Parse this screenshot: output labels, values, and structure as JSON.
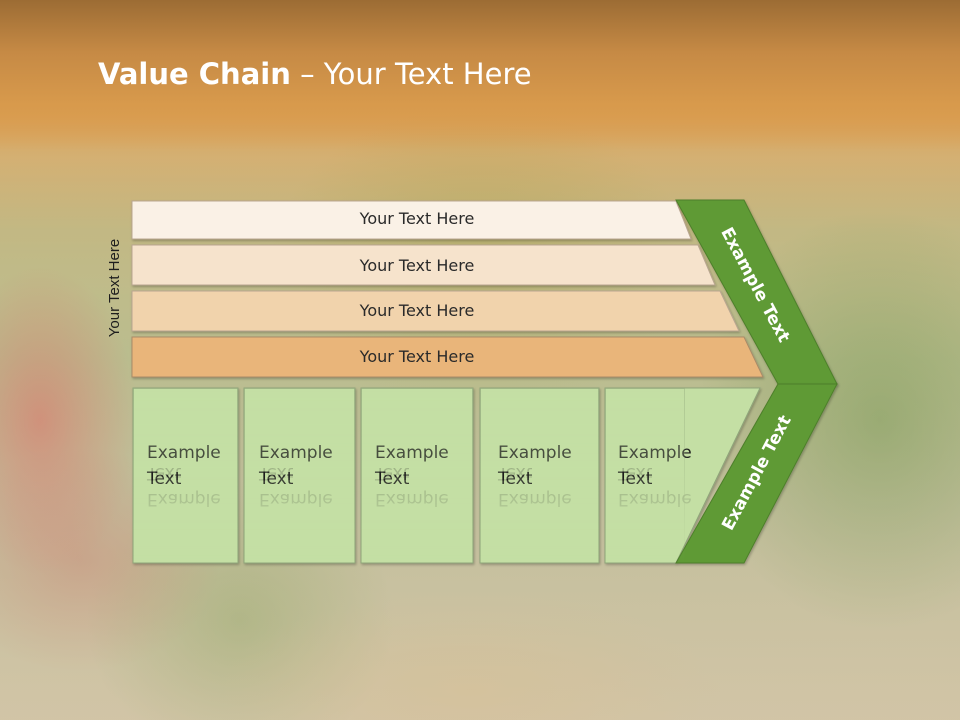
{
  "slide": {
    "title_bold": "Value Chain",
    "title_rest": " – Your Text Here",
    "vertical_label": "Your Text Here"
  },
  "bars": [
    {
      "label": "Your Text Here",
      "color": "#faf1e6"
    },
    {
      "label": "Your Text Here",
      "color": "#f6e3cc"
    },
    {
      "label": "Your Text Here",
      "color": "#f1d3ac"
    },
    {
      "label": "Your Text Here",
      "color": "#e9b57a"
    }
  ],
  "boxes": [
    {
      "line1": "Example",
      "line2": "Text"
    },
    {
      "line1": "Example",
      "line2": "Text"
    },
    {
      "line1": "Example",
      "line2": "Text"
    },
    {
      "line1": "Example",
      "line2": "Text"
    },
    {
      "line1": "Example",
      "line2": "Text"
    }
  ],
  "arrow": {
    "top_label": "Example Text",
    "bottom_label": "Example Text",
    "color": "#5e9a35",
    "box_color": "#c4dfa4"
  }
}
